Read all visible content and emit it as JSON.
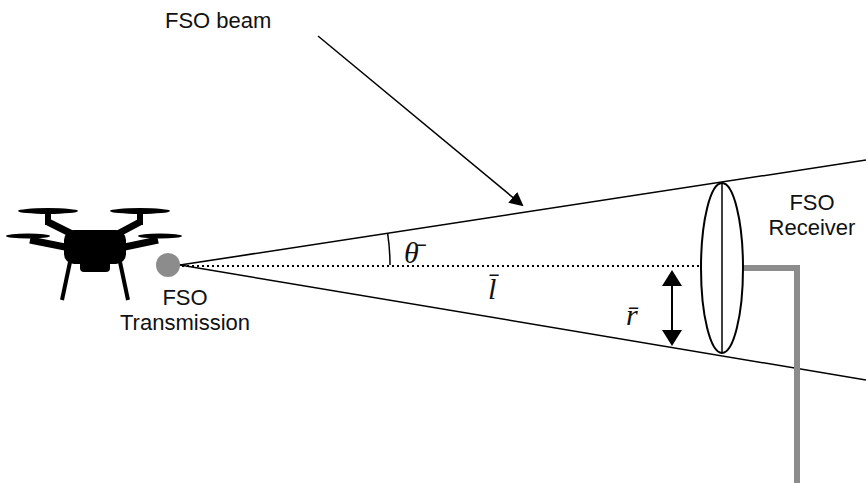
{
  "diagram": {
    "labels": [
      "FSO beam",
      "θ̄",
      "l̄",
      "r̄",
      "FSO Transmission",
      "FSO Receiver"
    ]
  }
}
